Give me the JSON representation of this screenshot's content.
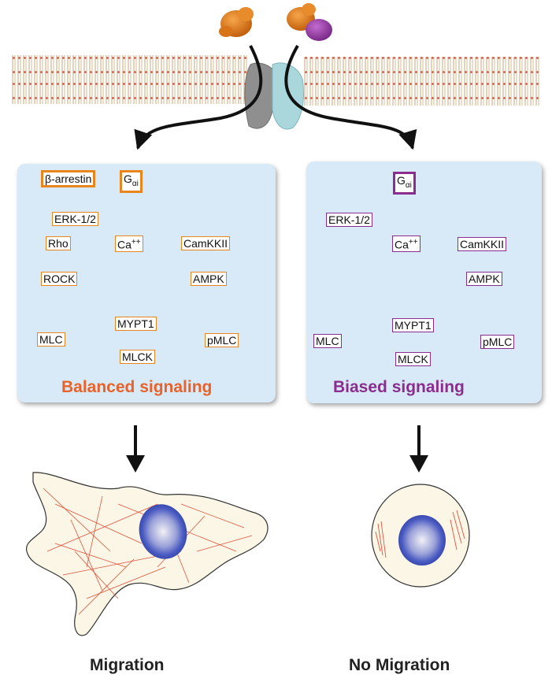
{
  "left_panel": {
    "title": "Balanced signaling",
    "title_color": "#e8622a",
    "border_color": "#e8851f",
    "nodes": {
      "barrestin": "β-arrestin",
      "gai_main": "G",
      "gai_sub": "αi",
      "erk": "ERK-1/2",
      "ca_main": "Ca",
      "ca_sup": "++",
      "camkkii": "CamKKII",
      "rho": "Rho",
      "rock": "ROCK",
      "ampk": "AMPK",
      "mypt1": "MYPT1",
      "mlc": "MLC",
      "pmlc": "pMLC",
      "mlck": "MLCK"
    }
  },
  "right_panel": {
    "title": "Biased signaling",
    "title_color": "#8b2d8f",
    "border_color": "#8b2d8f",
    "nodes": {
      "gai_main": "G",
      "gai_sub": "αi",
      "erk": "ERK-1/2",
      "ca_main": "Ca",
      "ca_sup": "++",
      "camkkii": "CamKKII",
      "ampk": "AMPK",
      "mypt1": "MYPT1",
      "mlc": "MLC",
      "pmlc": "pMLC",
      "mlck": "MLCK"
    }
  },
  "outcomes": {
    "left": "Migration",
    "right": "No Migration"
  }
}
